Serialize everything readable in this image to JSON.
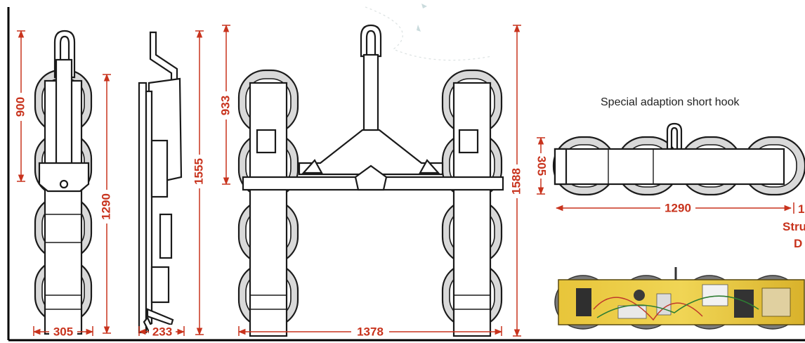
{
  "colors": {
    "dimension": "#c8331d",
    "outline": "#1a1a1a",
    "cup": "#d9d9d9",
    "frame": "#000000"
  },
  "dimensions": {
    "front_height": "900",
    "front_total": "1290",
    "front_width": "305",
    "side_total": "1555",
    "side_width": "233",
    "main_upper": "933",
    "main_total": "1588",
    "main_width": "1378",
    "right_height": "305",
    "right_length": "1290",
    "right_cut": "1"
  },
  "captions": {
    "special_adaption": "Special adaption short hook",
    "cut_line1": "Stru",
    "cut_line2": "D"
  }
}
